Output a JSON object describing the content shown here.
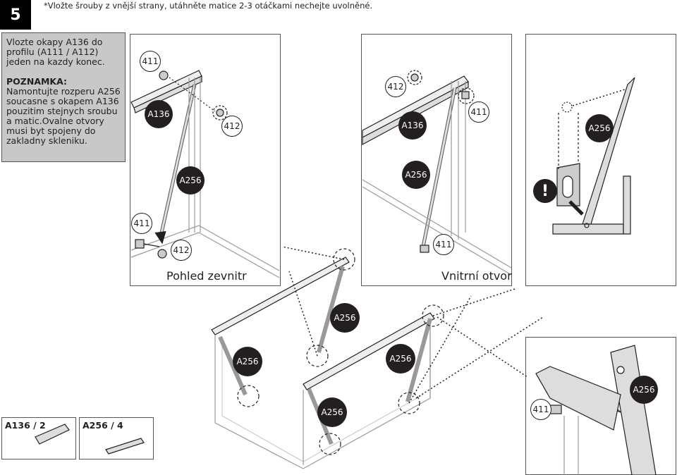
{
  "step": {
    "number": "5",
    "note": "*Vložte šrouby z vnější strany, utáhněte matice 2-3 otáčkami nechejte uvolněné."
  },
  "instructions": {
    "text1": "Vlozte okapy A136 do profilu (A111 / A112) jeden na kazdy konec.",
    "note_label": "POZNAMKA:",
    "note_text": " Namontujte rozperu A256 soucasne s okapem A136 pouzitim stejnych sroubu a matic.Ovalne otvory musi byt spojeny do zakladny skleniku."
  },
  "panel1": {
    "caption": "Pohled zevnitr",
    "labels": {
      "a": "411",
      "b": "A136",
      "c": "412",
      "d": "A256",
      "e": "411",
      "f": "412"
    }
  },
  "panel2": {
    "caption": "Vnitrní otvor",
    "labels": {
      "a": "412",
      "b": "A136",
      "c": "411",
      "d": "A256",
      "e": "411"
    }
  },
  "panel3": {
    "labels": {
      "a": "A256"
    },
    "warning": "!"
  },
  "main": {
    "labels": {
      "a": "A256",
      "b": "A256",
      "c": "A256",
      "d": "A256"
    }
  },
  "detail": {
    "labels": {
      "a": "A256",
      "b": "411"
    }
  },
  "parts": [
    {
      "label": "A136 / 2"
    },
    {
      "label": "A256 / 4"
    }
  ]
}
